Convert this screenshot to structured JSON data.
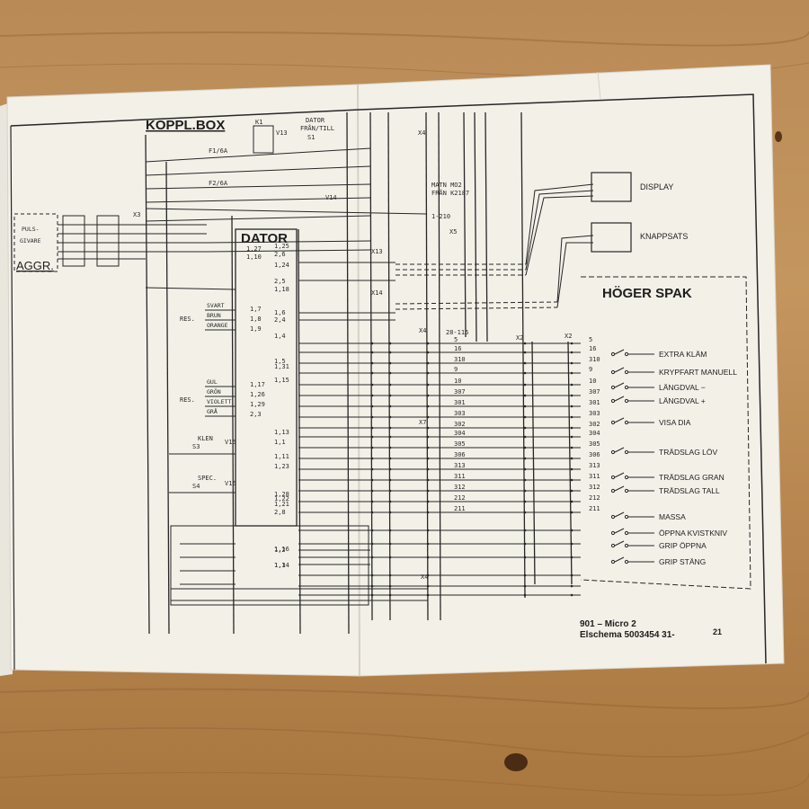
{
  "sections": {
    "koppl_box": "KOPPL.BOX",
    "dator": "DATOR",
    "hoger_spak": "HÖGER SPAK",
    "aggr": "AGGR."
  },
  "top_labels": {
    "k1": "K1",
    "v13": "V13",
    "dator_fran_till": "DATOR",
    "fran_till": "FRÅN/TILL",
    "s1": "S1",
    "f1": "F1/6A",
    "f2": "F2/6A",
    "v14": "V14",
    "x4": "X4",
    "x5": "X5",
    "x13": "X13",
    "x14": "X14",
    "x3": "X3",
    "matn_1": "MATN MO2",
    "matn_2": "FRÅN K2187",
    "range": "1-210",
    "puls_1": "PULS-",
    "puls_2": "GIVARE"
  },
  "peripherals": {
    "display": "DISPLAY",
    "knappsats": "KNAPPSATS"
  },
  "res_groups": [
    {
      "label": "RES.",
      "items": [
        "SVART",
        "BRUN",
        "ORANGE"
      ],
      "pins": [
        "1,7",
        "1,8",
        "1,9"
      ]
    },
    {
      "label": "RES.",
      "items": [
        "GUL",
        "GRÖN",
        "VIOLETT",
        "GRÅ"
      ],
      "pins": [
        "1,17",
        "1,26",
        "1,29",
        "2,3"
      ]
    }
  ],
  "switches": [
    {
      "name": "KLEN",
      "s": "S3",
      "v": "V15"
    },
    {
      "name": "SPEC.",
      "s": "S4",
      "v": "V16"
    }
  ],
  "dator_pins_left": [
    "1,27",
    "1,10"
  ],
  "dator_pins_right": [
    "1,25",
    "2,6",
    "1,24",
    "2,5",
    "1,6",
    "2,4",
    "1,4",
    "1,5",
    "1,31",
    "1,15",
    "1,13",
    "1,1",
    "1,11",
    "1,23",
    "1,28",
    "1,21",
    "1,22",
    "2,8",
    "1,2",
    "1,16",
    "1,3",
    "1,14",
    "1,18"
  ],
  "right_functions": [
    "EXTRA KLÄM",
    "KRYPFART MANUELL",
    "LÄNGDVAL −",
    "LÄNGDVAL +",
    "VISA DIA",
    "TRÄDSLAG LÖV",
    "TRÄDSLAG GRAN",
    "TRÄDSLAG TALL",
    "MASSA",
    "ÖPPNA KVISTKNIV",
    "GRIP ÖPPNA",
    "GRIP STÄNG"
  ],
  "wire_numbers": [
    "5",
    "16",
    "310",
    "9",
    "10",
    "307",
    "301",
    "303",
    "302",
    "304",
    "305",
    "306",
    "313",
    "311",
    "312",
    "212",
    "211"
  ],
  "footer": {
    "line1": "901 – Micro 2",
    "line2": "Elschema  5003454  31-",
    "page": "21"
  },
  "colors": {
    "paper": "#f3f0e8",
    "ink": "#262626",
    "table": "#b98a56"
  }
}
